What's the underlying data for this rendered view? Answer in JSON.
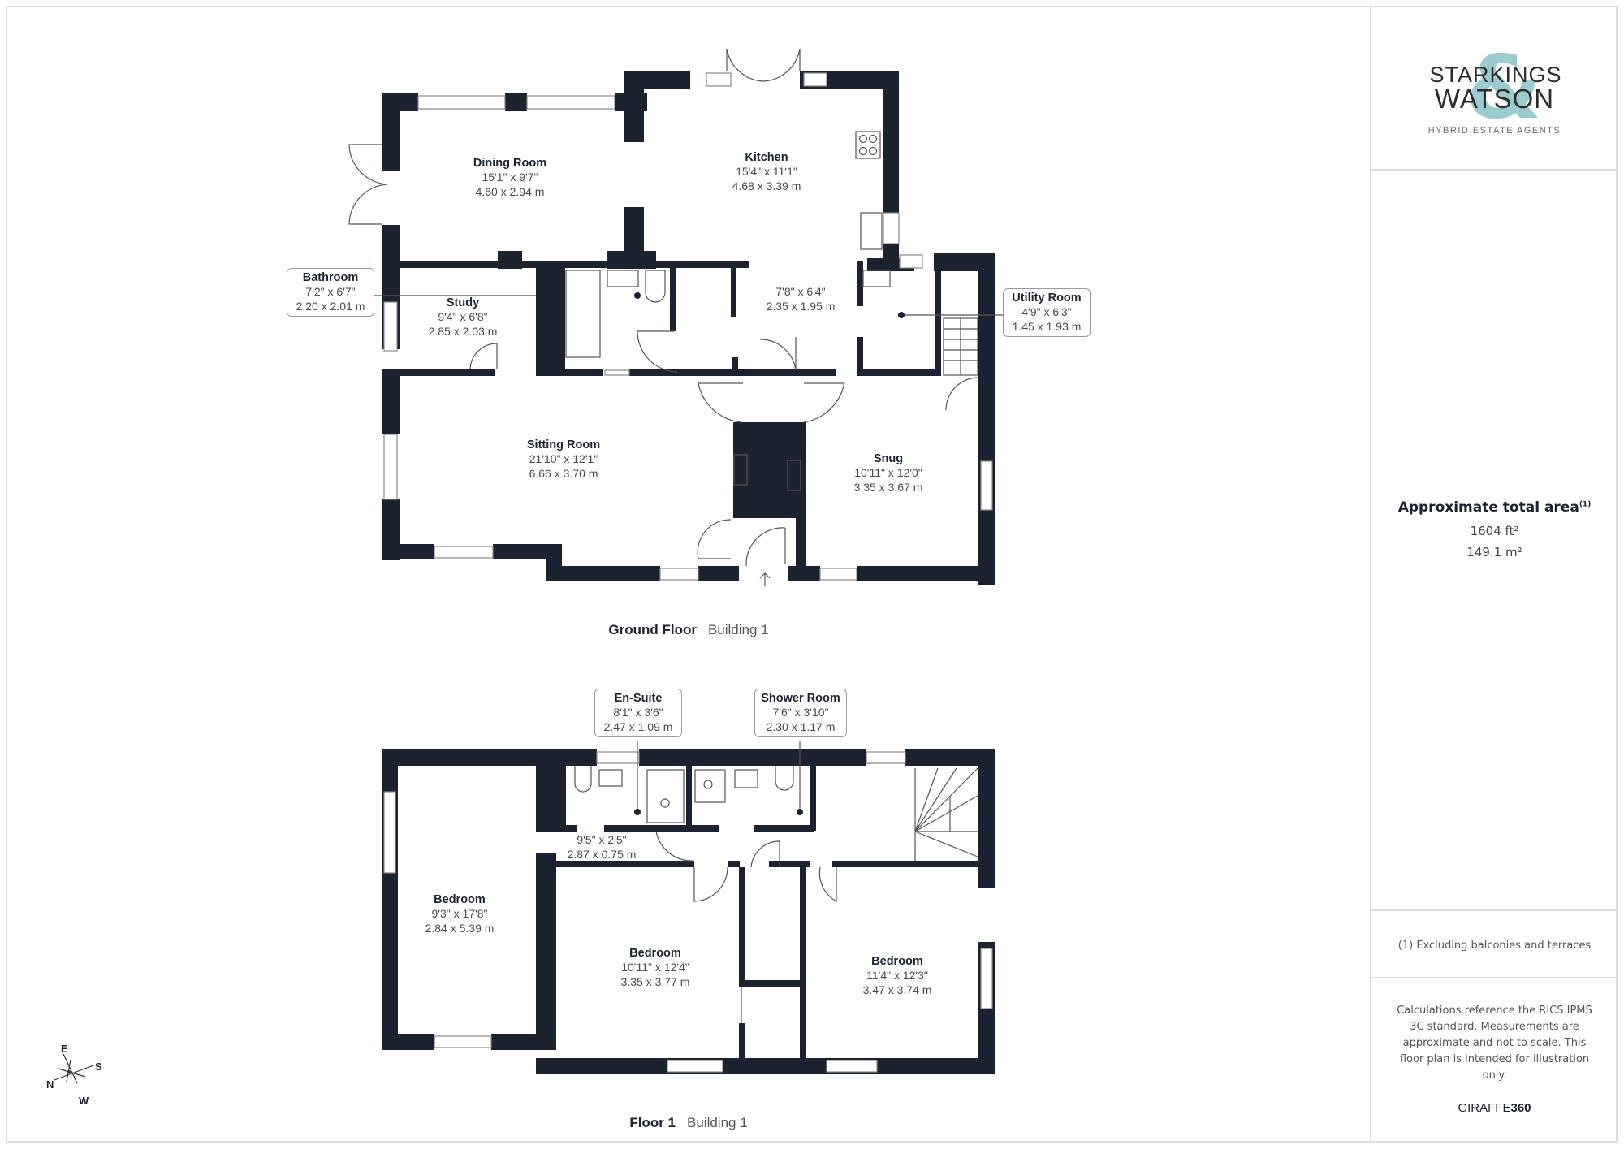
{
  "brand": {
    "name_line1": "STARKINGS",
    "name_line2": "WATSON",
    "ampersand": "&",
    "tagline": "HYBRID ESTATE AGENTS",
    "accent_color": "#9ccbcf"
  },
  "summary": {
    "title": "Approximate total area",
    "footnote_ref": "(1)",
    "area_sqft": "1604 ft²",
    "area_sqm": "149.1 m²"
  },
  "footnote": "(1) Excluding balconies and terraces",
  "disclaimer": "Calculations reference the RICS IPMS 3C standard. Measurements are approximate and not to scale. This floor plan is intended for illustration only.",
  "provider": {
    "prefix": "GIRAFFE",
    "suffix": "360"
  },
  "wall_color": "#1c2330",
  "compass": {
    "n": "N",
    "e": "E",
    "s": "S",
    "w": "W"
  },
  "ground_floor": {
    "floor_label": "Ground Floor",
    "building_label": "Building 1",
    "rooms": [
      {
        "name": "Dining Room",
        "imperial": "15'1\" x 9'7\"",
        "metric": "4.60 x 2.94 m"
      },
      {
        "name": "Kitchen",
        "imperial": "15'4\" x 11'1\"",
        "metric": "4.68 x 3.39 m"
      },
      {
        "name": "Bathroom",
        "imperial": "7'2\" x 6'7\"",
        "metric": "2.20 x 2.01 m"
      },
      {
        "name": "Study",
        "imperial": "9'4\" x 6'8\"",
        "metric": "2.85 x 2.03 m"
      },
      {
        "name": "",
        "imperial": "7'8\" x 6'4\"",
        "metric": "2.35 x 1.95 m"
      },
      {
        "name": "Utility Room",
        "imperial": "4'9\" x 6'3\"",
        "metric": "1.45 x 1.93 m"
      },
      {
        "name": "Sitting Room",
        "imperial": "21'10\" x 12'1\"",
        "metric": "6.66 x 3.70 m"
      },
      {
        "name": "Snug",
        "imperial": "10'11\" x 12'0\"",
        "metric": "3.35 x 3.67 m"
      }
    ]
  },
  "first_floor": {
    "floor_label": "Floor 1",
    "building_label": "Building 1",
    "rooms": [
      {
        "name": "En-Suite",
        "imperial": "8'1\" x 3'6\"",
        "metric": "2.47 x 1.09 m"
      },
      {
        "name": "Shower Room",
        "imperial": "7'6\" x 3'10\"",
        "metric": "2.30 x 1.17 m"
      },
      {
        "name": "",
        "imperial": "9'5\" x 2'5\"",
        "metric": "2.87 x 0.75 m"
      },
      {
        "name": "Bedroom",
        "imperial": "9'3\" x 17'8\"",
        "metric": "2.84 x 5.39 m"
      },
      {
        "name": "Bedroom",
        "imperial": "10'11\" x 12'4\"",
        "metric": "3.35 x 3.77 m"
      },
      {
        "name": "Bedroom",
        "imperial": "11'4\" x 12'3\"",
        "metric": "3.47 x 3.74 m"
      }
    ]
  }
}
